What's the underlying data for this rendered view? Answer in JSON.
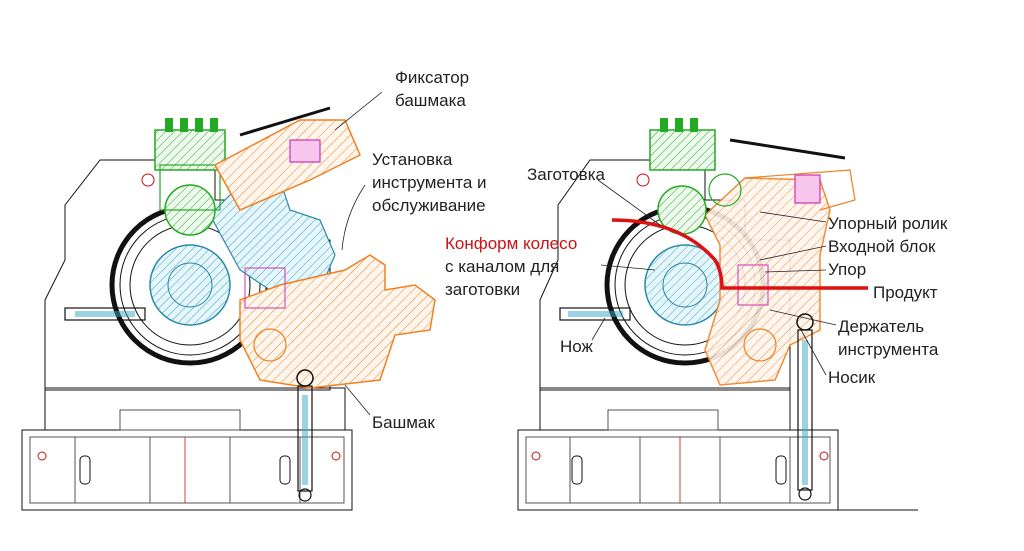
{
  "labels_left": {
    "shoe_clamp_line1": "Фиксатор",
    "shoe_clamp_line2": "башмака",
    "tool_install_line1": "Установка",
    "tool_install_line2": "инструмента и",
    "tool_install_line3": "обслуживание",
    "shoe": "Башмак"
  },
  "labels_right": {
    "billet": "Заготовка",
    "wheel_line1": "Конформ колесо",
    "wheel_line2": "с каналом для",
    "wheel_line3": "заготовки",
    "knife": "Нож",
    "abutment_roller": "Упорный ролик",
    "entry_block": "Входной блок",
    "abutment": "Упор",
    "product": "Продукт",
    "tool_holder_line1": "Держатель",
    "tool_holder_line2": "инструмента",
    "nose": "Носик"
  },
  "colors": {
    "outline": "#111111",
    "green_parts": "#22aa22",
    "orange_parts": "#f08020",
    "cyan_hatch": "#3aa8c8",
    "magenta_parts": "#d030b0",
    "red_path": "#dd1111"
  }
}
